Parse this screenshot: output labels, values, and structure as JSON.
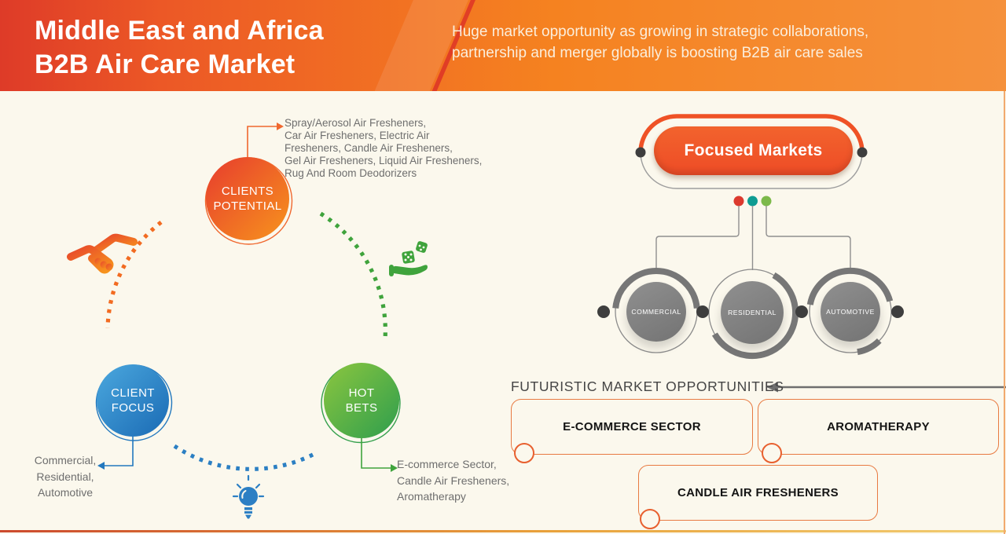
{
  "header": {
    "title": "Middle East and Africa\nB2B Air Care Market",
    "subtitle": "Huge market opportunity as growing in strategic collaborations,\npartnership and merger globally is boosting B2B air care sales"
  },
  "bubbles": {
    "clients_potential": {
      "label": "CLIENTS\nPOTENTIAL",
      "note": "Spray/Aerosol Air Fresheners,\nCar Air Fresheners, Electric Air\nFresheners, Candle Air Fresheners,\nGel Air Fresheners, Liquid Air Fresheners,\nRug And Room Deodorizers"
    },
    "client_focus": {
      "label": "CLIENT\nFOCUS",
      "note": "Commercial,\nResidential,\nAutomotive"
    },
    "hot_bets": {
      "label": "HOT\nBETS",
      "note": "E-commerce Sector,\nCandle Air Fresheners,\nAromatherapy"
    }
  },
  "focused_markets": {
    "title": "Focused Markets",
    "segments": [
      "COMMERCIAL",
      "RESIDENTIAL",
      "AUTOMOTIVE"
    ],
    "dot_colors": [
      "#DC3A2E",
      "#0E9C92",
      "#7CB94A"
    ]
  },
  "futuristic": {
    "heading": "FUTURISTIC MARKET OPPORTUNITIES",
    "items": [
      "E-COMMERCE SECTOR",
      "AROMATHERAPY",
      "CANDLE AIR FRESHENERS"
    ]
  },
  "icons": {
    "handshake": "handshake-icon",
    "hand_dice": "hand-with-dice-icon",
    "lightbulb": "lightbulb-icon"
  },
  "colors": {
    "header_gradient_start": "#DE3B28",
    "header_gradient_end": "#F5913C",
    "background": "#FBF8ED",
    "accent_orange": "#EF5226",
    "bubble_orange_start": "#E73C2E",
    "bubble_orange_end": "#F7941D",
    "bubble_blue_start": "#4BA8DE",
    "bubble_blue_end": "#1A6AB4",
    "bubble_green_start": "#8CC63F",
    "bubble_green_end": "#2E9E4D",
    "segment_gray": "#7F7F7F",
    "note_text": "#6E6E6E",
    "box_border": "#E87A42",
    "arc_orange": "#F26B21",
    "arc_green": "#3FA33C",
    "arc_blue": "#2B7FC3"
  }
}
